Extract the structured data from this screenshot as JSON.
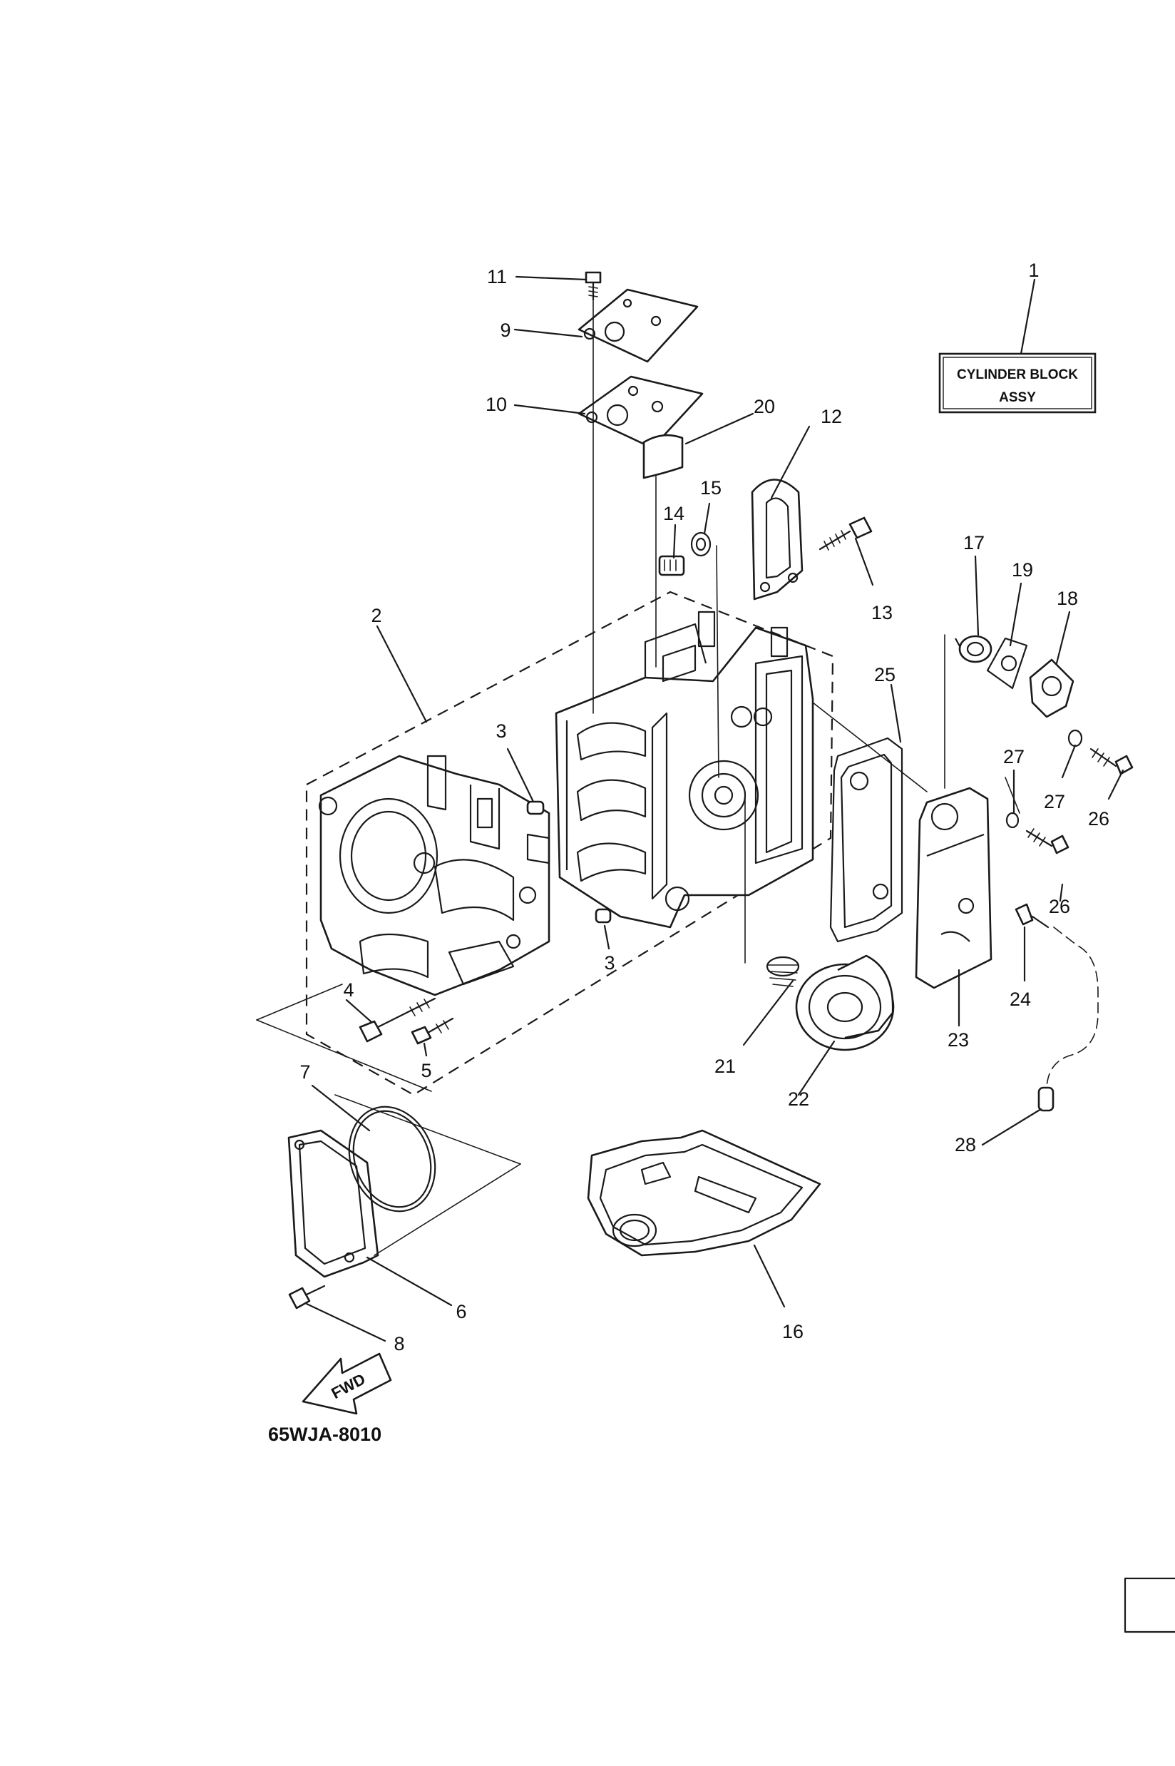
{
  "assembly_label": {
    "line1": "CYLINDER BLOCK",
    "line2": "ASSY"
  },
  "diagram_code": "65WJA-8010",
  "direction_arrow": "FWD",
  "callouts": {
    "c1": "1",
    "c2": "2",
    "c3a": "3",
    "c3b": "3",
    "c4": "4",
    "c5": "5",
    "c6": "6",
    "c7": "7",
    "c8": "8",
    "c9": "9",
    "c10": "10",
    "c11": "11",
    "c12": "12",
    "c13": "13",
    "c14": "14",
    "c15": "15",
    "c16": "16",
    "c17": "17",
    "c18": "18",
    "c19": "19",
    "c20": "20",
    "c21": "21",
    "c22": "22",
    "c23": "23",
    "c24": "24",
    "c25": "25",
    "c26a": "26",
    "c26b": "26",
    "c27a": "27",
    "c27b": "27",
    "c28": "28"
  }
}
